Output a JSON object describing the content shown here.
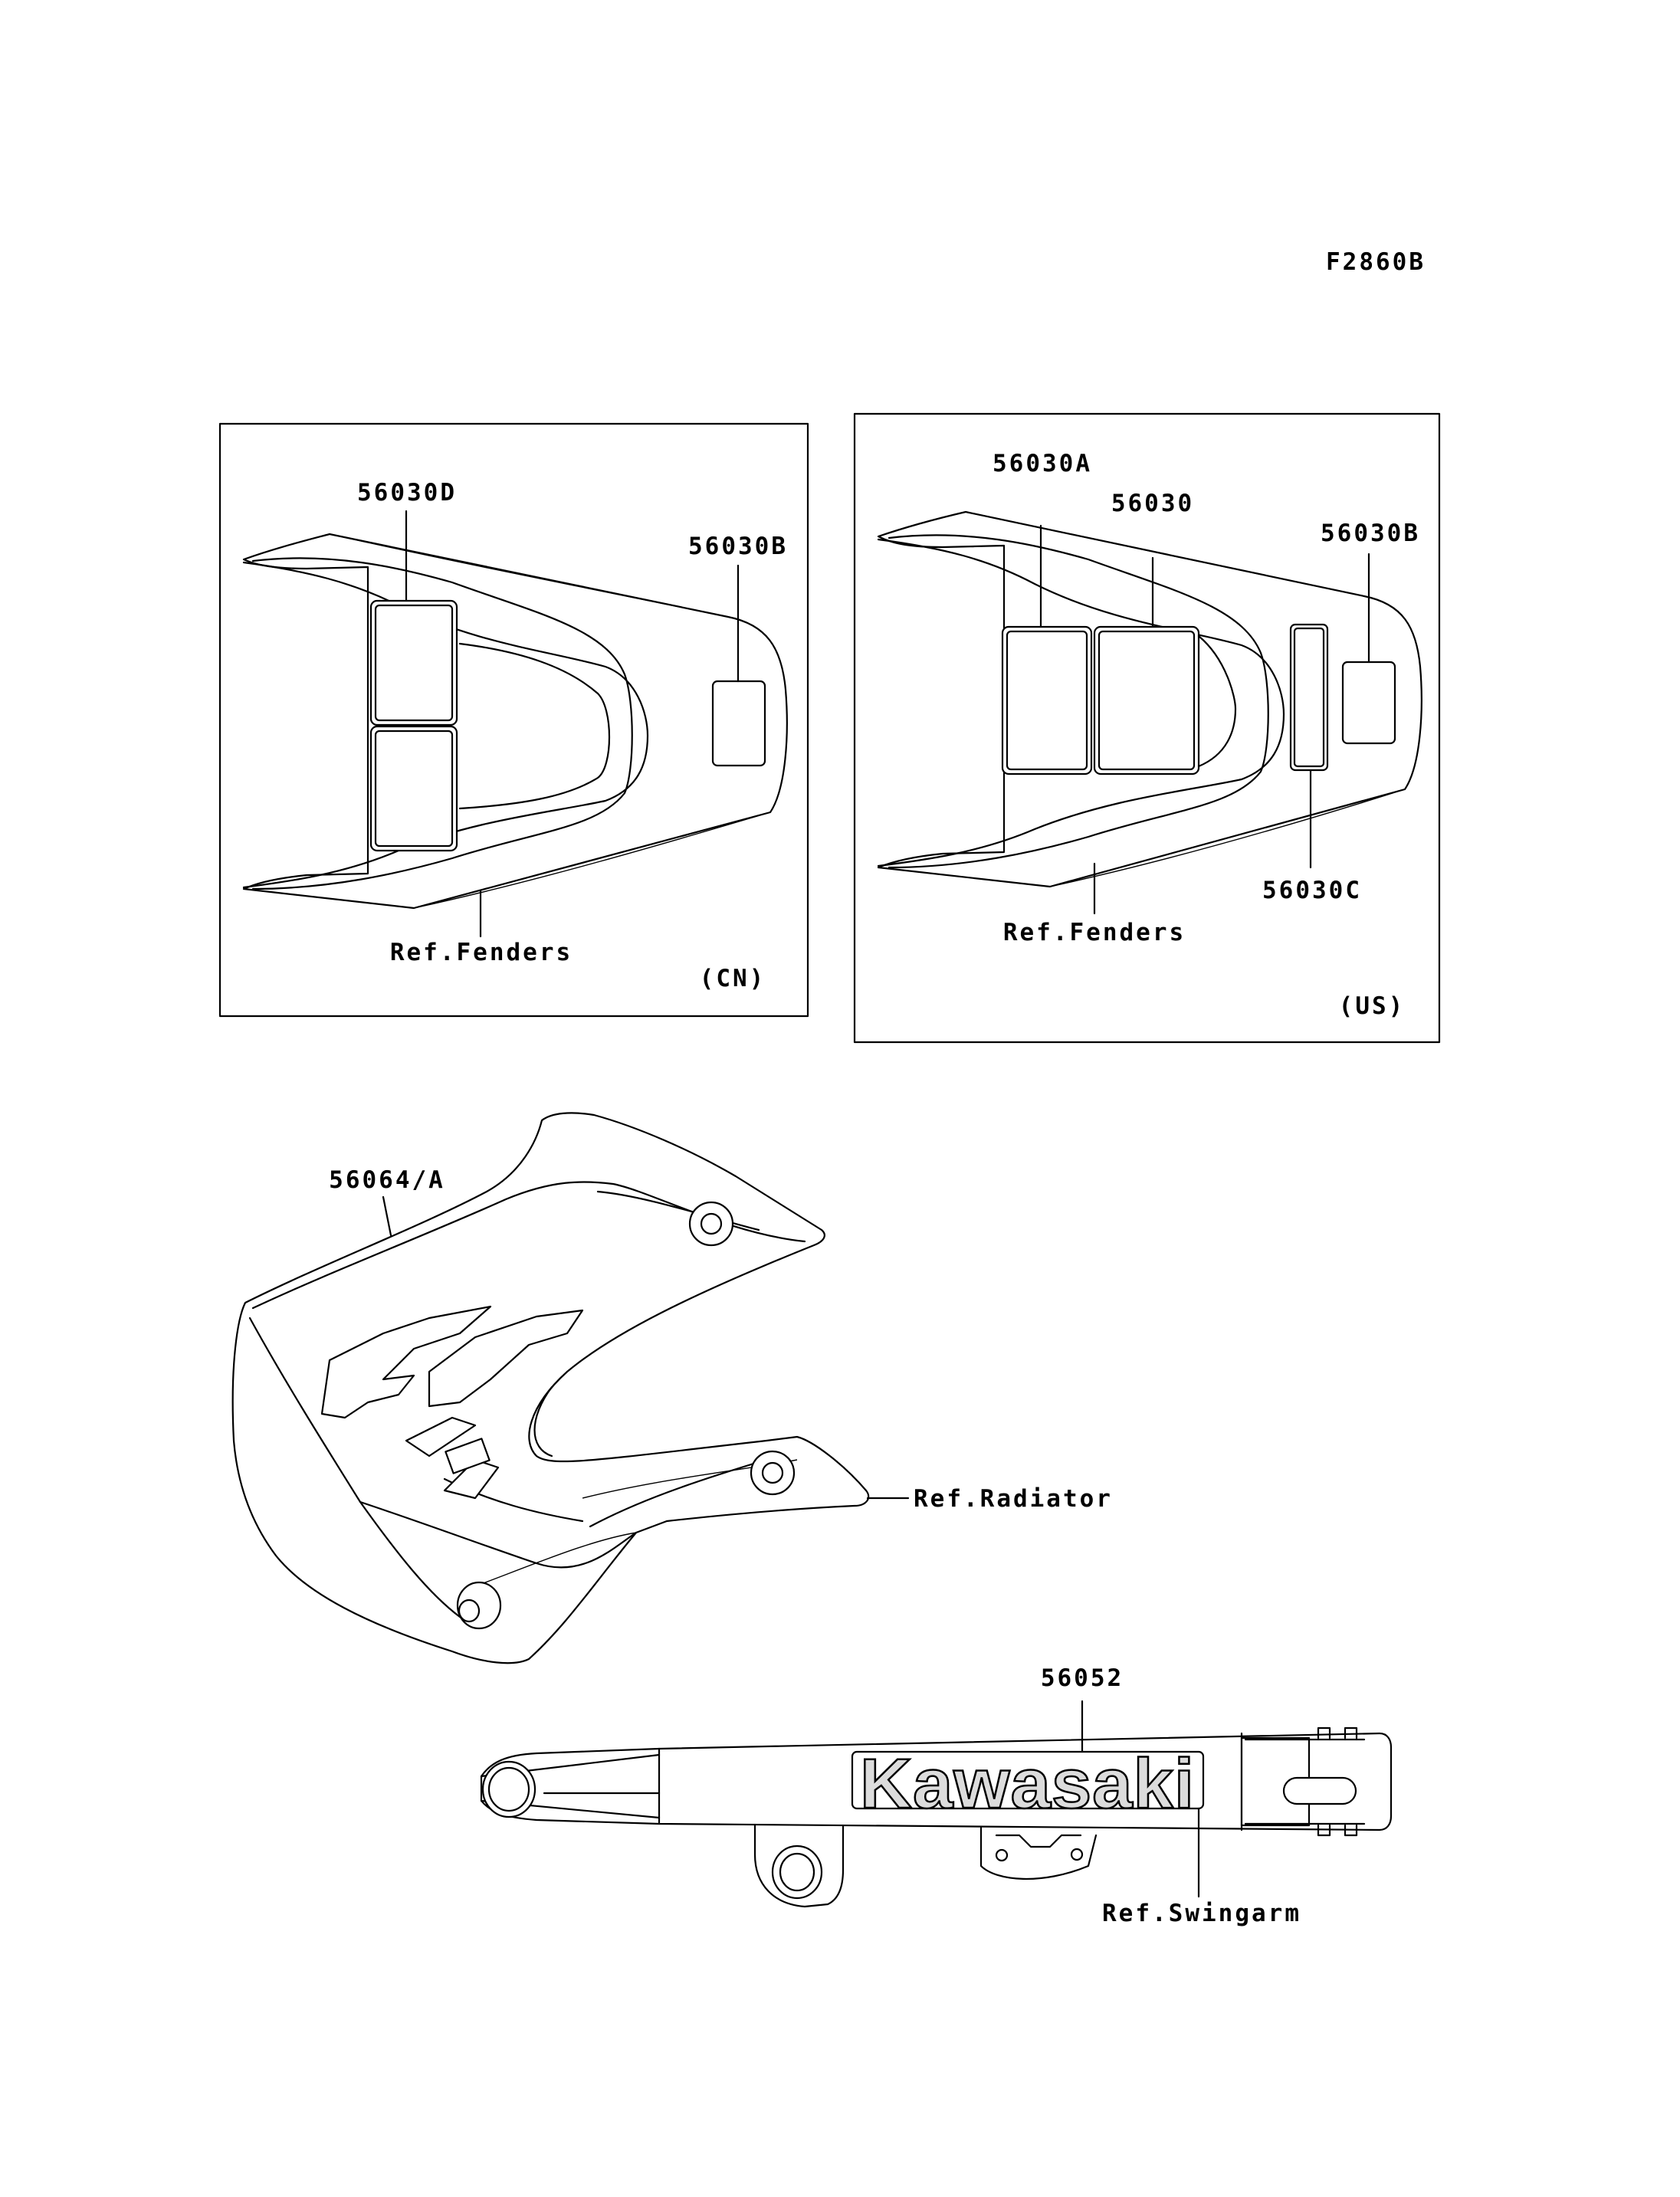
{
  "figure_code": "F2860B",
  "panels": {
    "cn": {
      "region": "(CN)",
      "labels": {
        "decal_d": "56030D",
        "decal_b": "56030B",
        "ref": "Ref.Fenders"
      }
    },
    "us": {
      "region": "(US)",
      "labels": {
        "decal_a": "56030A",
        "decal": "56030",
        "decal_b": "56030B",
        "decal_c": "56030C",
        "ref": "Ref.Fenders"
      }
    }
  },
  "shroud": {
    "part": "56064/A",
    "ref": "Ref.Radiator"
  },
  "swingarm": {
    "part": "56052",
    "ref": "Ref.Swingarm",
    "brand_text": "Kawasaki"
  }
}
